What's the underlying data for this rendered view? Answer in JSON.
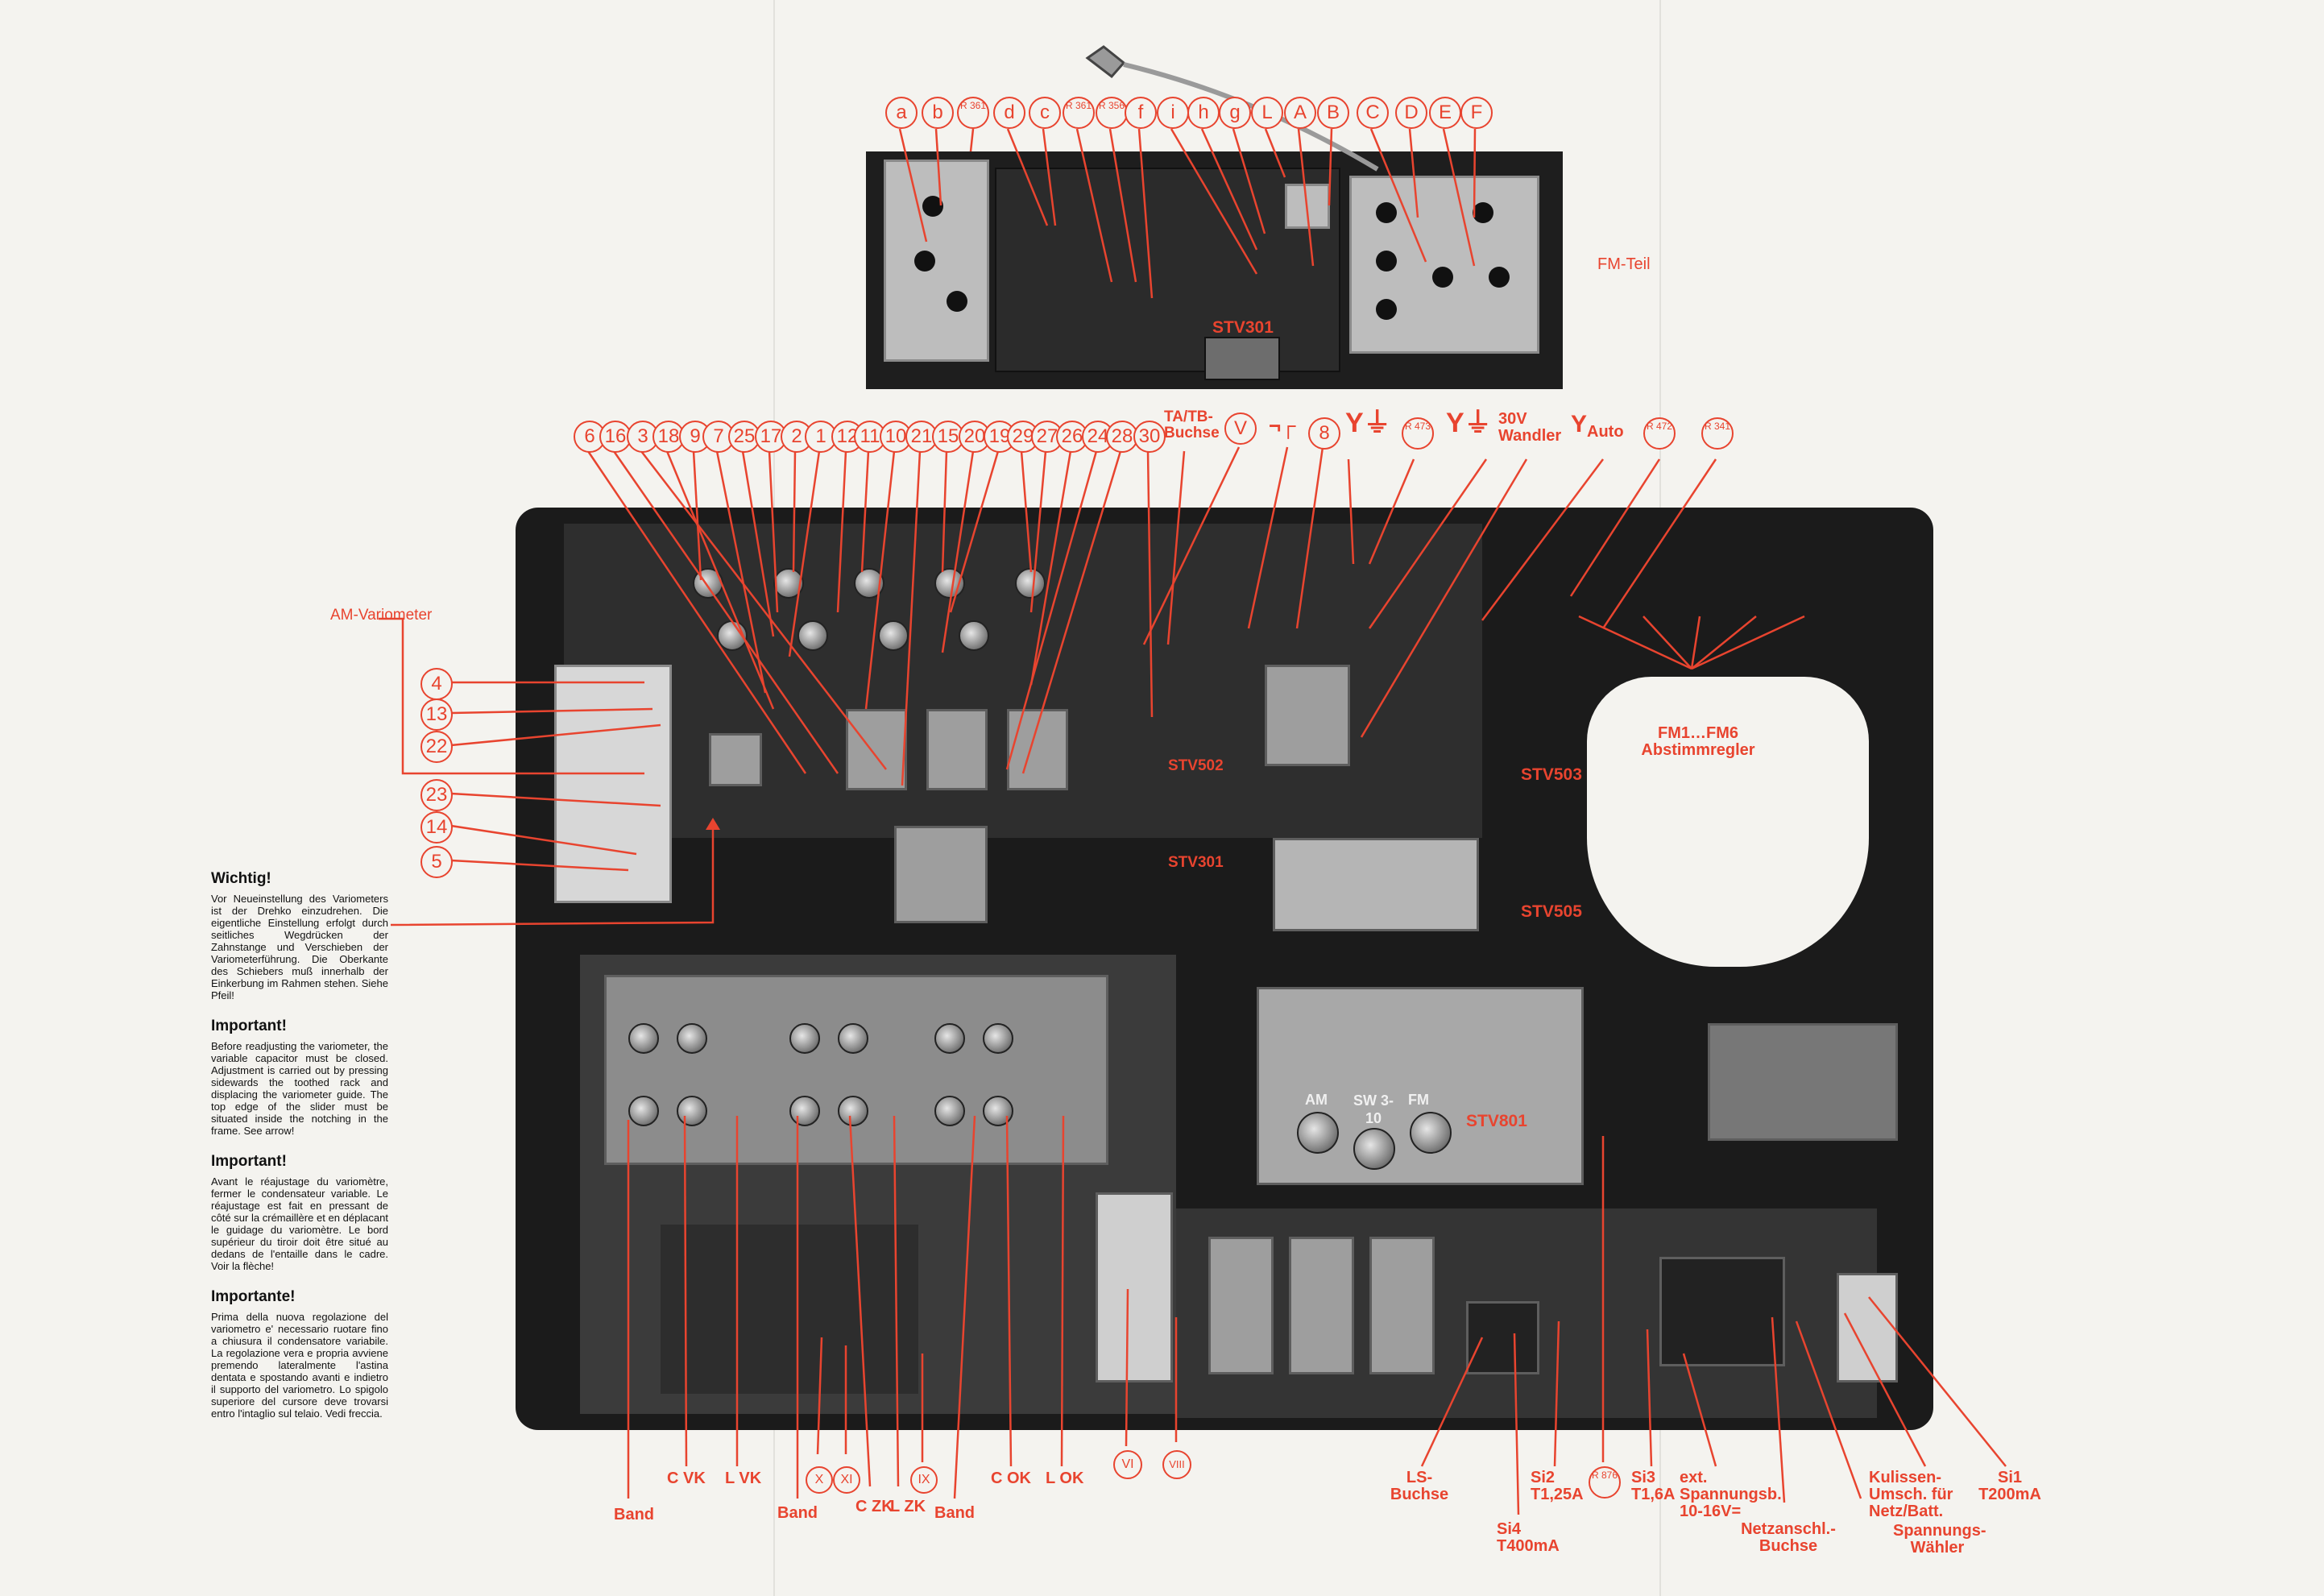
{
  "top_callouts": [
    "a",
    "b",
    "R 361",
    "d",
    "c",
    "R 361",
    "R 356",
    "f",
    "i",
    "h",
    "g",
    "L",
    "A",
    "B",
    "C",
    "D",
    "E",
    "F"
  ],
  "fm_section": {
    "title": "FM-Teil",
    "stv": "STV301"
  },
  "number_callouts": [
    "6",
    "16",
    "3",
    "18",
    "9",
    "7",
    "25",
    "17",
    "2",
    "1",
    "12",
    "11",
    "10",
    "21",
    "15",
    "20",
    "19",
    "29",
    "27",
    "26",
    "24",
    "28",
    "30"
  ],
  "right_top": {
    "ta_tb": "TA/TB-Buchse",
    "v": "V",
    "eight": "8",
    "r473": "R 473",
    "wandler": "30V Wandler",
    "auto": "Auto",
    "r472": "R 472",
    "r341": "R 341"
  },
  "left_callouts": [
    "4",
    "13",
    "22",
    "23",
    "14",
    "5"
  ],
  "am_variometer": "AM-Variometer",
  "board_labels": {
    "stv503": "STV503",
    "stv505": "STV505",
    "stv502": "STV502",
    "stv801": "STV801",
    "stv301b": "STV301",
    "fm_abstimm": "FM1…FM6 Abstimmregler",
    "am": "AM",
    "sw": "SW 3-10",
    "fm": "FM"
  },
  "bottom_labels": {
    "band1": "Band",
    "cvk": "C VK",
    "lvk": "L VK",
    "band2": "Band",
    "x": "X",
    "xi": "XI",
    "czk": "C ZK",
    "lzk": "L ZK",
    "ix": "IX",
    "band3": "Band",
    "cok": "C OK",
    "lok": "L OK",
    "vi": "VI",
    "viii": "VIII",
    "ls": "LS-Buchse",
    "si4": "Si4 T400mA",
    "si2": "Si2 T1,25A",
    "r876": "R 876",
    "si3": "Si3 T1,6A",
    "ext": "ext. Spannungsb. 10-16V=",
    "netz": "Netzanschl.-Buchse",
    "kulissen": "Kulissen-Umsch. für Netz/Batt.",
    "spannungs": "Spannungs-Wähler",
    "si1": "Si1 T200mA"
  },
  "notes": [
    {
      "title": "Wichtig!",
      "text": "Vor Neueinstellung des Variometers ist der Drehko einzudrehen. Die eigentliche Einstellung erfolgt durch seitliches Wegdrücken der Zahnstange und Verschieben der Variometerführung. Die Oberkante des Schiebers muß innerhalb der Einkerbung im Rahmen stehen. Siehe Pfeil!"
    },
    {
      "title": "Important!",
      "text": "Before readjusting the variometer, the variable capacitor must be closed. Adjustment is carried out by pressing sidewards the toothed rack and displacing the variometer guide. The top edge of the slider must be situated inside the notching in the frame. See arrow!"
    },
    {
      "title": "Important!",
      "text": "Avant le réajustage du variomètre, fermer le condensateur variable. Le réajustage est fait en pressant de côté sur la crémaillère et en déplacant le guidage du variomètre. Le bord supérieur du tiroir doit être situé au dedans de l'entaille dans le cadre. Voir la flèche!"
    },
    {
      "title": "Importante!",
      "text": "Prima della nuova regolazione del variometro e' necessario ruotare fino a chiusura il condensatore variabile. La regolazione vera e propria avviene premendo lateralmente l'astina dentata e spostando avanti e indietro il supporto del variometro. Lo spigolo superiore del cursore deve trovarsi entro l'intaglio sul telaio. Vedi freccia."
    }
  ],
  "colors": {
    "accent": "#e8442f",
    "chassis": "#1b1b1b",
    "paper": "#f4f3ef"
  }
}
